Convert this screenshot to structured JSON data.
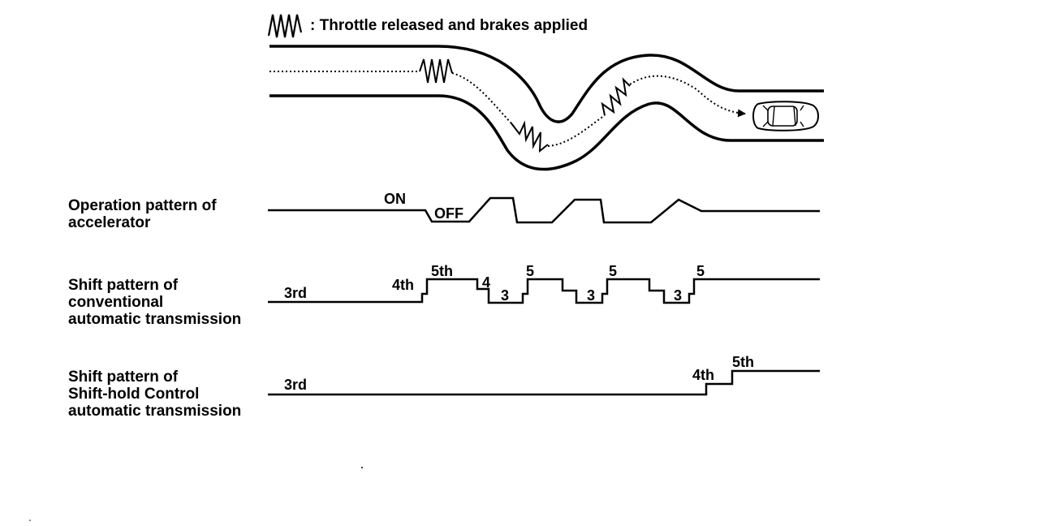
{
  "legend": {
    "icon": "zigzag-icon",
    "text": ": Throttle released and brakes applied"
  },
  "rows": {
    "accelerator": {
      "label_lines": [
        "Operation pattern of",
        "accelerator"
      ],
      "on_label": "ON",
      "off_label": "OFF"
    },
    "conventional": {
      "label_lines": [
        "Shift pattern of",
        "conventional",
        "automatic transmission"
      ],
      "gear_labels": [
        "3rd",
        "4th",
        "5th",
        "4",
        "3",
        "5",
        "3",
        "5",
        "3",
        "5"
      ]
    },
    "shift_hold": {
      "label_lines": [
        "Shift pattern of",
        "Shift-hold Control",
        "automatic transmission"
      ],
      "gear_labels": [
        "3rd",
        "4th",
        "5th"
      ]
    }
  },
  "colors": {
    "ink": "#000000",
    "background": "#ffffff"
  }
}
